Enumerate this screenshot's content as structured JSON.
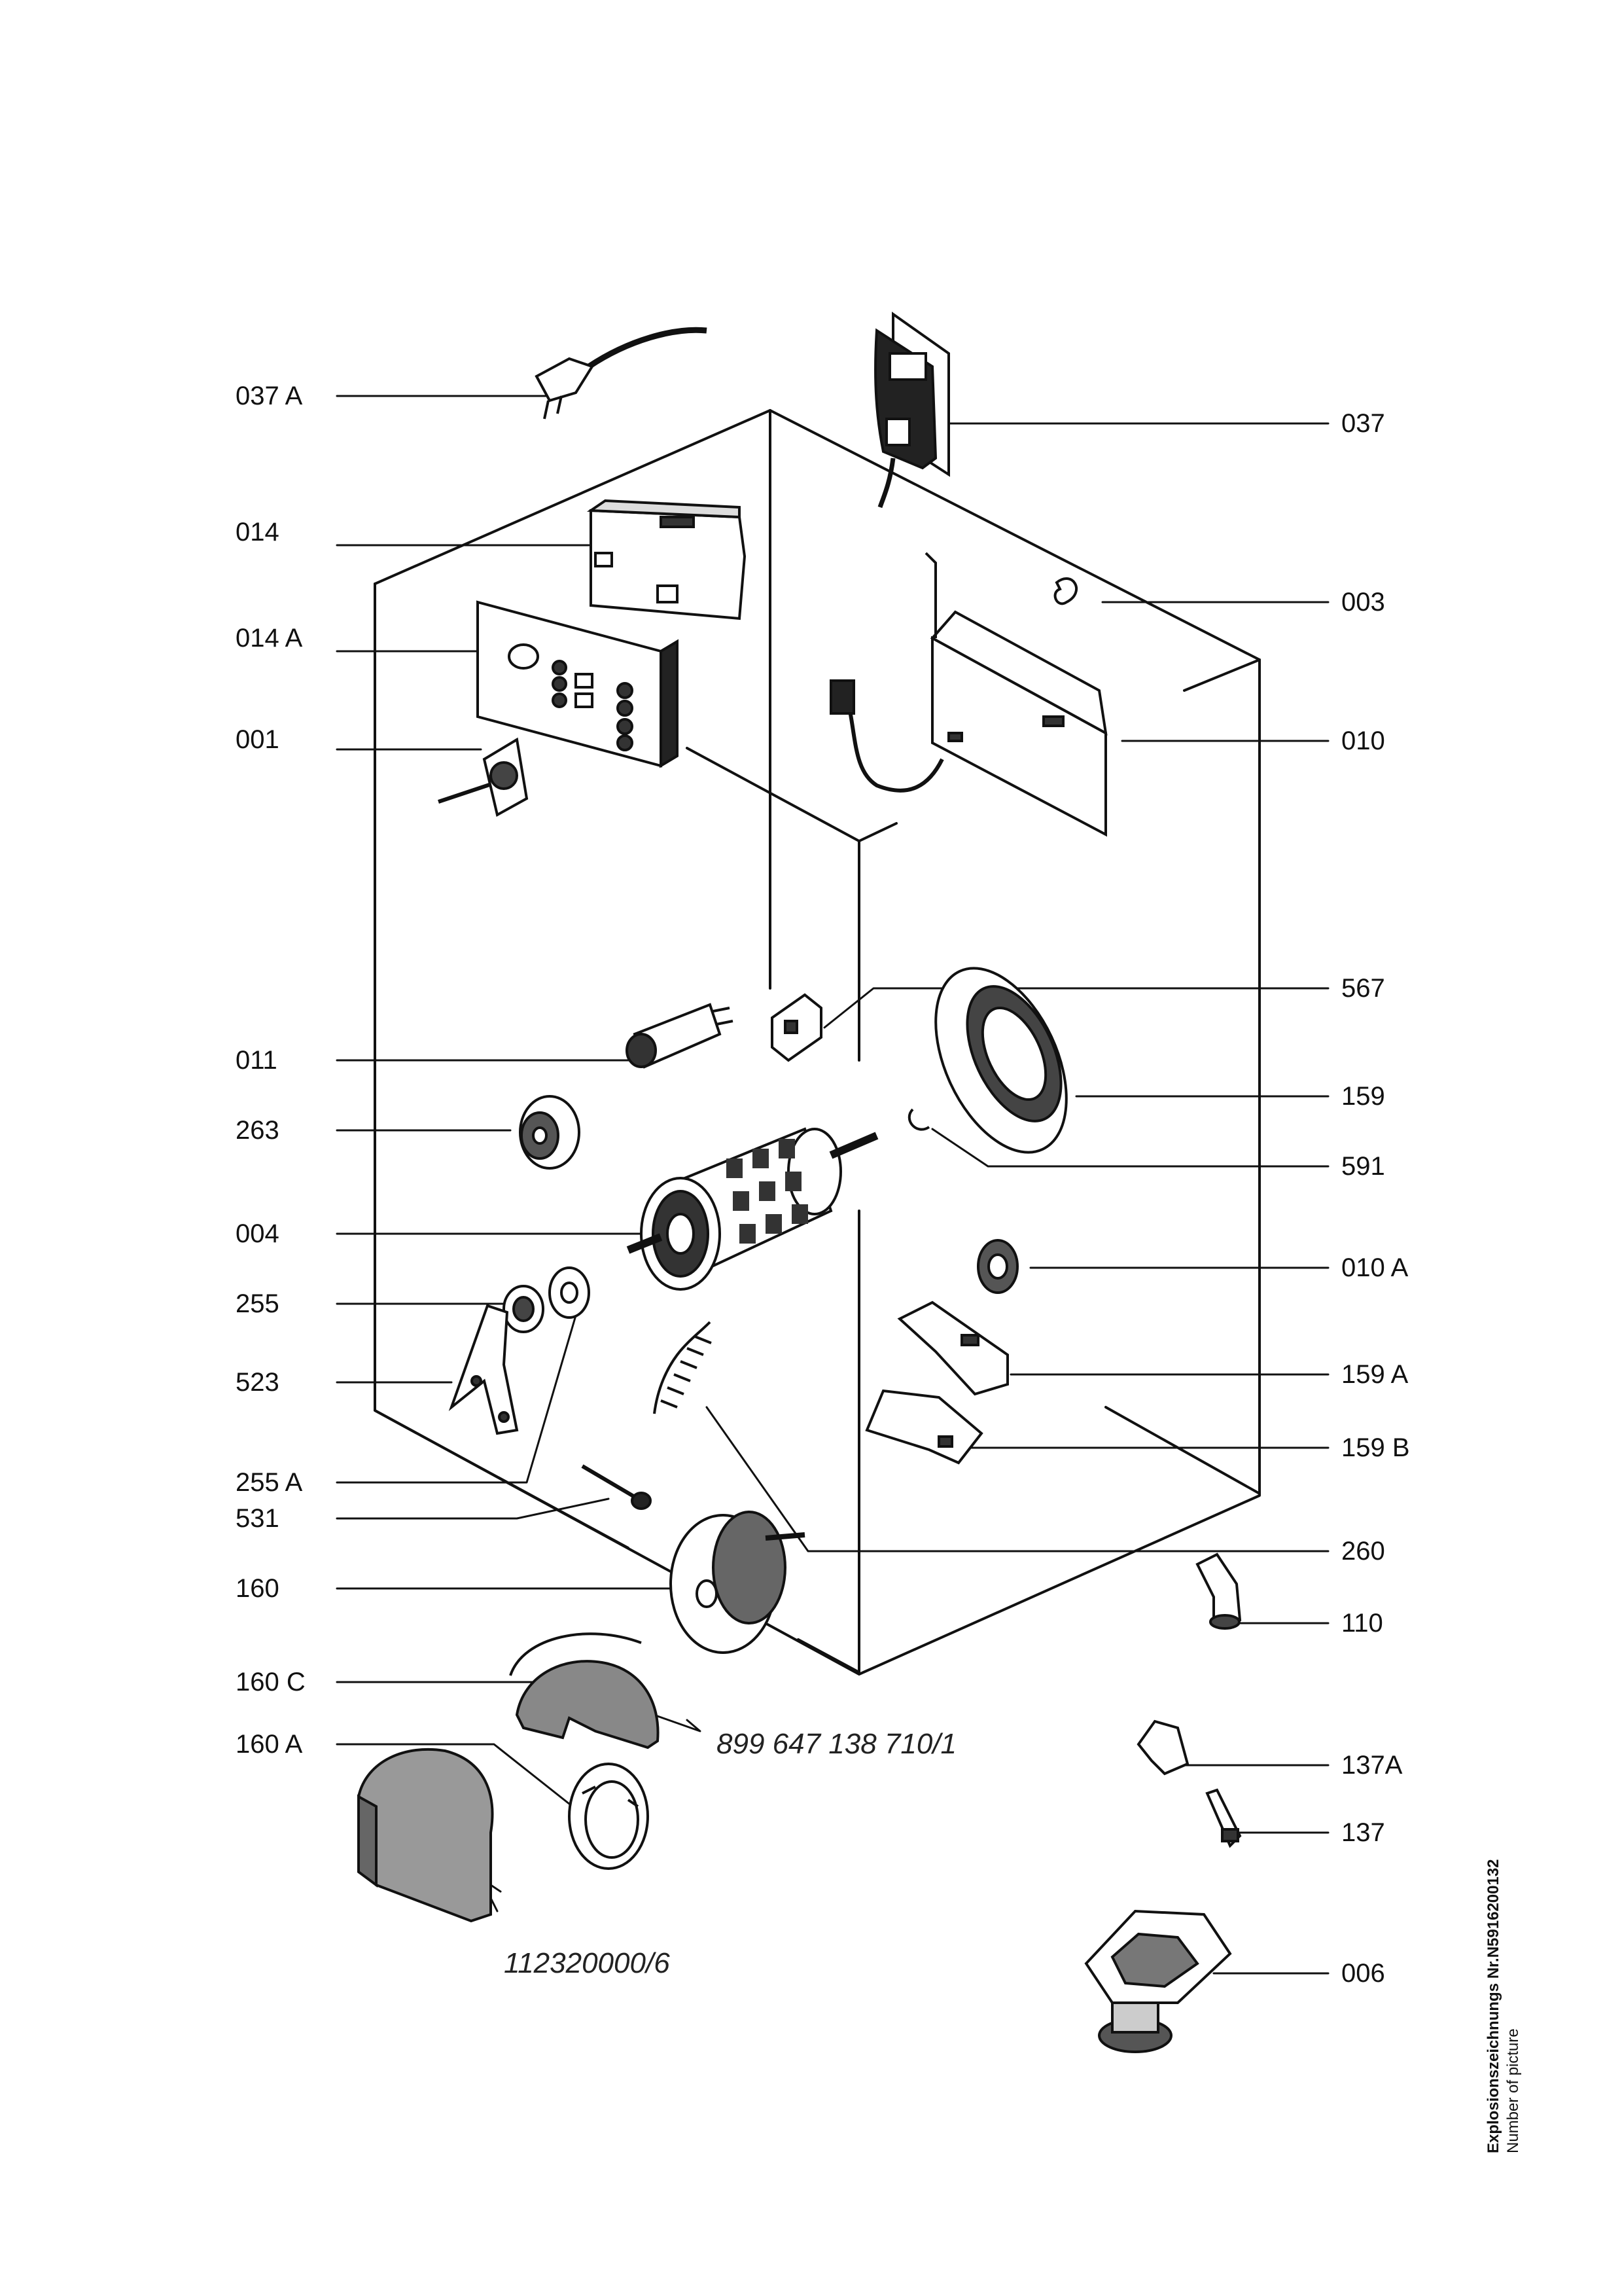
{
  "labels": {
    "l037a": "037 A",
    "l014": "014",
    "l014a": "014 A",
    "l001": "001",
    "l011": "011",
    "l263": "263",
    "l004": "004",
    "l255": "255",
    "l523": "523",
    "l255a": "255 A",
    "l531": "531",
    "l160": "160",
    "l160c": "160 C",
    "l160a": "160 A",
    "l037": "037",
    "l003": "003",
    "l010": "010",
    "l567": "567",
    "l159": "159",
    "l591": "591",
    "l010a": "010 A",
    "l159a": "159 A",
    "l159b": "159 B",
    "l260": "260",
    "l110": "110",
    "l137a": "137A",
    "l137": "137",
    "l006": "006"
  },
  "refs": {
    "drawing_ref": "899 647 138 710/1",
    "filter_ref": "112320000/6"
  },
  "side_note": {
    "line1": "Explosionszeichnungs Nr.N5916200132",
    "line2": "Number of picture"
  }
}
